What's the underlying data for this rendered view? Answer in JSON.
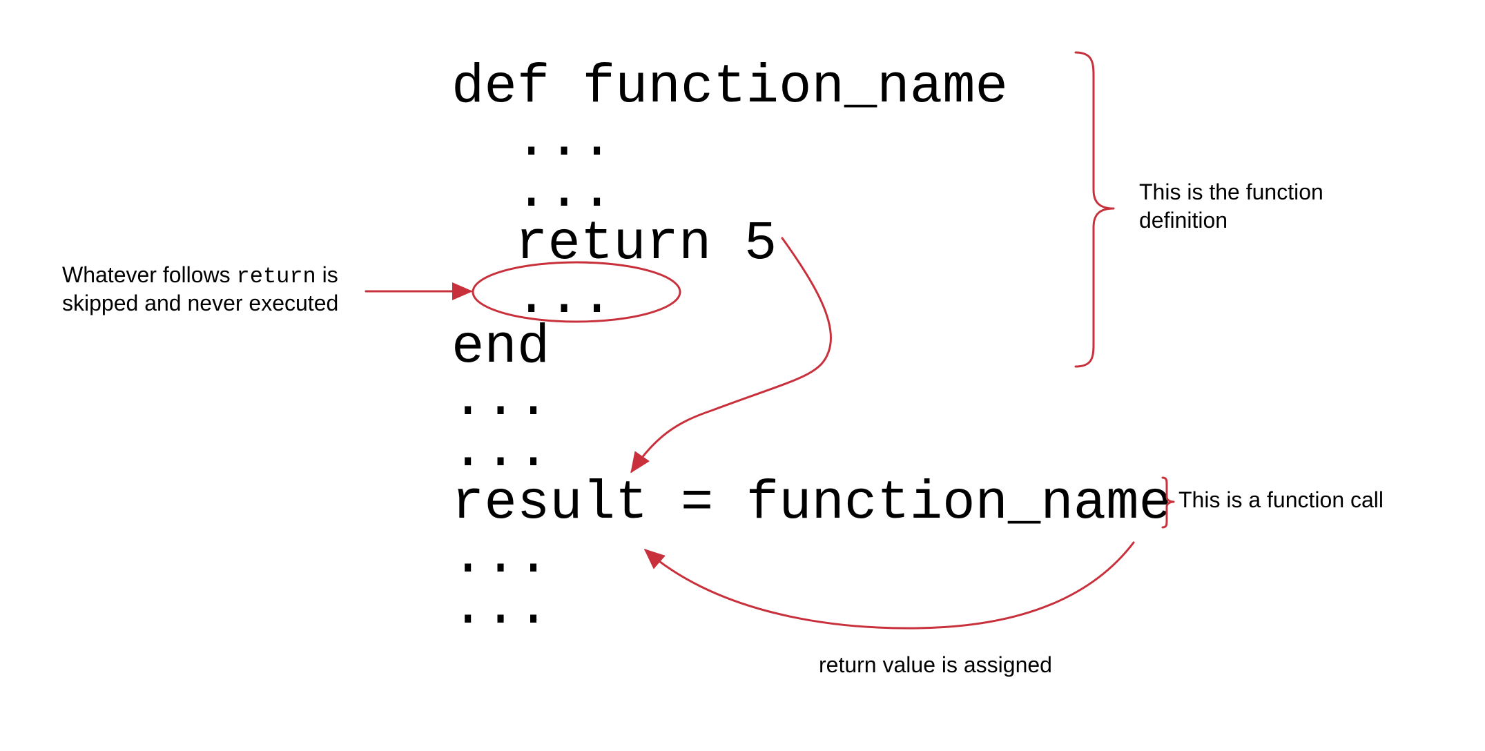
{
  "code_lines": {
    "def_line": "def function_name",
    "body_1": "...",
    "body_2": "...",
    "return_line": "return 5",
    "body_after_return": "...",
    "end_line": "end",
    "outer_1": "...",
    "outer_2": "...",
    "call_line": "result = function_name",
    "outer_3": "...",
    "outer_4": "..."
  },
  "annotations": {
    "skipped_note": {
      "line1_pre": "Whatever follows ",
      "line1_code": "return",
      "line1_post": " is",
      "line2": "skipped and never executed"
    },
    "definition_note": {
      "line1": "This is the function",
      "line2": "definition"
    },
    "call_note": "This is a function call",
    "assigned_note": "return value is assigned"
  },
  "colors": {
    "annotation": "#C8303C",
    "text": "#000000",
    "background": "#FFFFFF"
  }
}
